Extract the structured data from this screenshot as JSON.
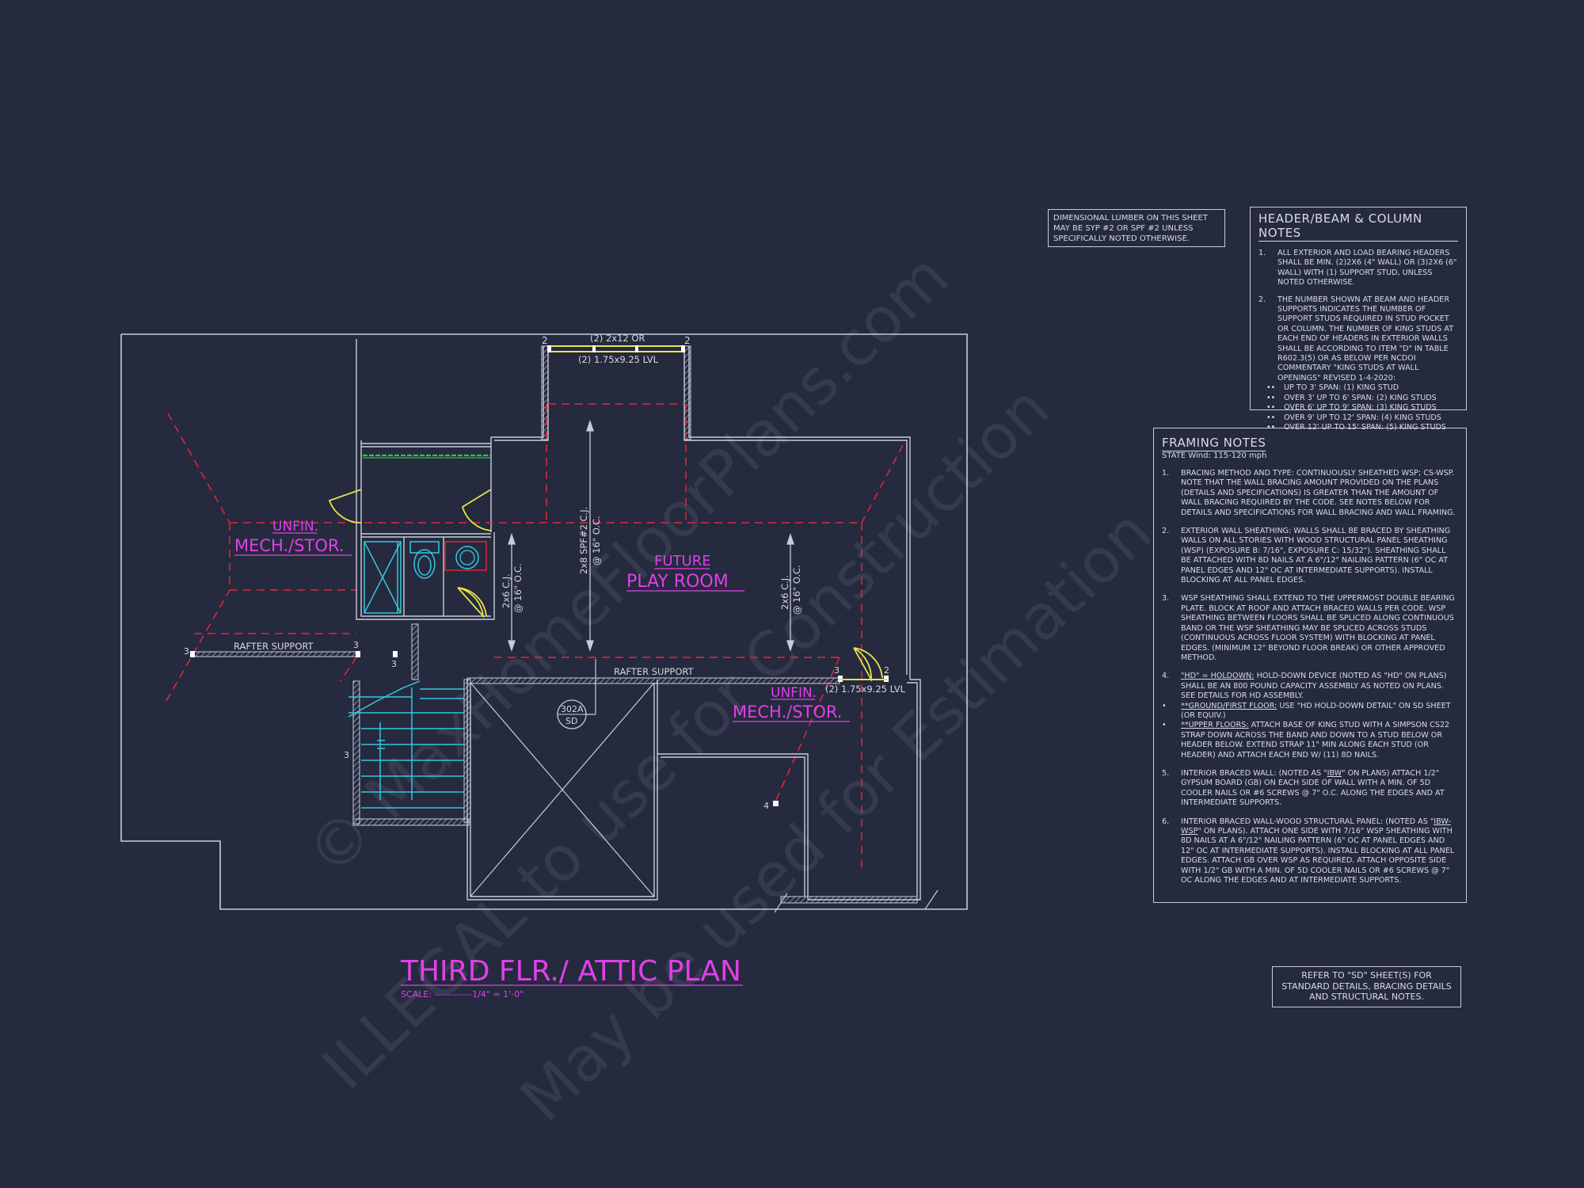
{
  "watermark": {
    "line1": "© MaxHomeFloorPlans.com",
    "line2": "ILLEGAL to use for Construction",
    "line3": "May be used for Estimation"
  },
  "plan": {
    "title": "THIRD FLR./ ATTIC PLAN",
    "scale": "SCALE: ------------1/4\" = 1'-0\"",
    "rooms": {
      "play_room_line1": "FUTURE",
      "play_room_line2": "PLAY ROOM",
      "mech_left_line1": "UNFIN.",
      "mech_left_line2": "MECH./STOR.",
      "mech_right_line1": "UNFIN.",
      "mech_right_line2": "MECH./STOR."
    },
    "beams": {
      "top_line1": "(2) 2x12 OR",
      "top_line2": "(2) 1.75x9.25 LVL",
      "right": "(2) 1.75x9.25 LVL"
    },
    "joists": {
      "center": "2x8 SPF#2 C.J.",
      "center_spacing": "@ 16\" O.C.",
      "left": "2x6 C.J.",
      "left_spacing": "@ 16\" O.C.",
      "right": "2x6 C.J.",
      "right_spacing": "@ 16\" O.C."
    },
    "rafter_support_left": "RAFTER SUPPORT",
    "rafter_support_center": "RAFTER SUPPORT",
    "section_tag_top": "302A",
    "section_tag_bottom": "SD",
    "stud_counts": [
      "2",
      "2",
      "3",
      "3",
      "3",
      "3",
      "2",
      "3",
      "4"
    ]
  },
  "notes": {
    "lumber": "DIMENSIONAL LUMBER ON THIS SHEET MAY BE SYP #2 OR SPF #2 UNLESS SPECIFICALLY NOTED OTHERWISE.",
    "header": {
      "title": "HEADER/BEAM & COLUMN NOTES",
      "item1_num": "1.",
      "item1": "ALL EXTERIOR AND LOAD BEARING HEADERS SHALL BE MIN. (2)2x6 (4\" WALL) OR (3)2x6 (6\" WALL) WITH (1) SUPPORT STUD, UNLESS NOTED OTHERWISE.",
      "item2_num": "2.",
      "item2": "THE NUMBER SHOWN AT BEAM AND HEADER SUPPORTS INDICATES THE NUMBER OF SUPPORT STUDS REQUIRED IN STUD POCKET OR COLUMN. THE NUMBER OF KING STUDS AT EACH END OF HEADERS IN EXTERIOR WALLS SHALL BE ACCORDING TO ITEM \"d\" IN TABLE R602.3(5) OR AS BELOW PER NCDOI COMMENTARY \"KING STUDS AT WALL OPENINGS\" REVISED 1-4-2020:",
      "bullet_mark": "••",
      "bullets": [
        "UP TO 3' SPAN: (1) KING STUD",
        "OVER 3' UP TO 6' SPAN: (2) KING STUDS",
        "OVER 6' UP TO 9' SPAN: (3) KING STUDS",
        "OVER 9' UP TO 12' SPAN: (4) KING STUDS",
        "OVER 12' UP TO 15' SPAN: (5) KING STUDS"
      ]
    },
    "framing": {
      "title": "FRAMING NOTES",
      "wind": "STATE Wind: 115-120 mph",
      "items": [
        {
          "num": "1.",
          "text": "BRACING METHOD AND TYPE: CONTINUOUSLY SHEATHED WSP; CS-WSP. NOTE THAT THE WALL BRACING AMOUNT PROVIDED ON THE PLANS (DETAILS AND SPECIFICATIONS) IS GREATER THAN THE AMOUNT OF WALL BRACING REQUIRED BY THE CODE. SEE NOTES BELOW FOR DETAILS AND SPECIFICATIONS FOR WALL BRACING AND WALL FRAMING."
        },
        {
          "num": "2.",
          "text": "EXTERIOR WALL SHEATHING: WALLS SHALL BE BRACED BY SHEATHING WALLS ON ALL STORIES WITH WOOD STRUCTURAL PANEL SHEATHING (WSP) (EXPOSURE B: 7/16\", EXPOSURE C: 15/32\"). SHEATHING SHALL BE ATTACHED WITH 8d NAILS AT A 6\"/12\" NAILING PATTERN (6\" OC AT PANEL EDGES AND 12\" OC AT INTERMEDIATE SUPPORTS). INSTALL BLOCKING AT ALL PANEL EDGES."
        },
        {
          "num": "3.",
          "text": "WSP SHEATHING SHALL EXTEND TO THE UPPERMOST DOUBLE BEARING PLATE. BLOCK AT ROOF AND ATTACH BRACED WALLS PER CODE. WSP SHEATHING BETWEEN FLOORS SHALL BE SPLICED ALONG CONTINUOUS BAND OR THE WSP SHEATHING MAY BE SPLICED ACROSS STUDS (CONTINUOUS ACROSS FLOOR SYSTEM) WITH BLOCKING AT PANEL EDGES. (MINIMUM 12\" BEYOND FLOOR BREAK) OR OTHER APPROVED METHOD."
        }
      ],
      "item4_num": "4.",
      "item4_lead": "\"HD\" = HOLDOWN:",
      "item4_text": " HOLD-DOWN DEVICE (NOTED AS \"HD\" ON PLANS) SHALL BE AN 800 POUND CAPACITY ASSEMBLY AS NOTED ON PLANS. SEE DETAILS FOR HD ASSEMBLY.",
      "bullet_mark": "•",
      "b1_lead": "**GROUND/FIRST FLOOR:",
      "b1_text": " USE \"HD HOLD-DOWN DETAIL\" ON SD SHEET (OR EQUIV.)",
      "b2_lead": "**UPPER FLOORS:",
      "b2_text": " ATTACH BASE OF KING STUD WITH A SIMPSON CS22 STRAP DOWN ACROSS THE BAND AND DOWN TO A STUD BELOW OR HEADER BELOW. EXTEND STRAP 11\" MIN ALONG EACH STUD (OR HEADER) AND ATTACH EACH END W/ (11) 8d NAILS.",
      "item5_num": "5.",
      "item5_a": "INTERIOR BRACED WALL: (NOTED AS \"",
      "item5_u": "IBW",
      "item5_b": "\" ON PLANS) ATTACH 1/2\" GYPSUM BOARD (GB) ON EACH SIDE OF WALL WITH A MIN. OF 5d COOLER NAILS OR #6 SCREWS @ 7\" O.C. ALONG THE EDGES AND AT INTERMEDIATE SUPPORTS.",
      "item6_num": "6.",
      "item6_a": "INTERIOR BRACED WALL-WOOD STRUCTURAL PANEL: (NOTED AS \"",
      "item6_u": "IBW-WSP",
      "item6_b": "\" ON PLANS). ATTACH ONE SIDE WITH 7/16\" WSP SHEATHING WITH 8d NAILS AT A 6\"/12\" NAILING PATTERN (6\" OC AT PANEL EDGES AND 12\" OC AT INTERMEDIATE SUPPORTS). INSTALL BLOCKING AT ALL PANEL EDGES. ATTACH GB OVER WSP AS REQUIRED. ATTACH OPPOSITE SIDE WITH 1/2\" GB WITH A MIN. OF 5d COOLER NAILS OR #6 SCREWS @ 7\" OC ALONG THE EDGES AND AT INTERMEDIATE SUPPORTS."
    },
    "refer": "REFER TO \"SD\" SHEET(S) FOR STANDARD DETAILS, BRACING DETAILS AND STRUCTURAL NOTES."
  },
  "colors": {
    "background": "#252a3e",
    "wall": "#c8ccd8",
    "dash_red": "#e4283c",
    "label_magenta": "#e040e8",
    "door_yellow": "#e8e34a",
    "fixture_cyan": "#34c8dc",
    "shelf_green": "#2ec24a"
  }
}
